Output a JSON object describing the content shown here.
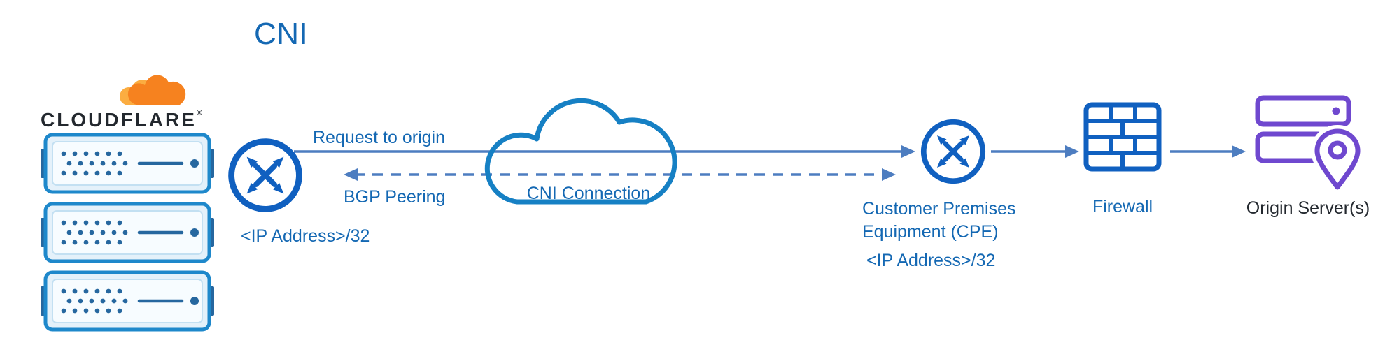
{
  "title": "CNI",
  "colors": {
    "blue": "#1468b3",
    "icon_blue": "#1060c0",
    "cloud_blue": "#1680c4",
    "arrow": "#4d7dc0",
    "purple": "#6f48cf",
    "orange": "#f6821f",
    "orange_light": "#fbad41",
    "server_stroke": "#1e88cb",
    "server_dark": "#26679f",
    "dark_text": "#23282e"
  },
  "cloudflare": {
    "wordmark": "CLOUDFLARE",
    "registered": "®"
  },
  "left_router": {
    "ip_label": "<IP Address>/32"
  },
  "arrows": {
    "request_label": "Request to origin",
    "bgp_label": "BGP Peering"
  },
  "cloud": {
    "label": "CNI Connection"
  },
  "cpe": {
    "line1": "Customer Premises",
    "line2": "Equipment (CPE)",
    "ip_label": "<IP Address>/32"
  },
  "firewall": {
    "label": "Firewall"
  },
  "origin": {
    "label": "Origin Server(s)"
  },
  "icons": {
    "cloudflare_logo": "orange-cloud",
    "edge_server": "server-rack",
    "router": "crossed-arrows-in-circle",
    "cni_cloud": "cloud-outline",
    "firewall": "brick-wall",
    "origin_server": "stacked-servers-with-location-pin"
  }
}
